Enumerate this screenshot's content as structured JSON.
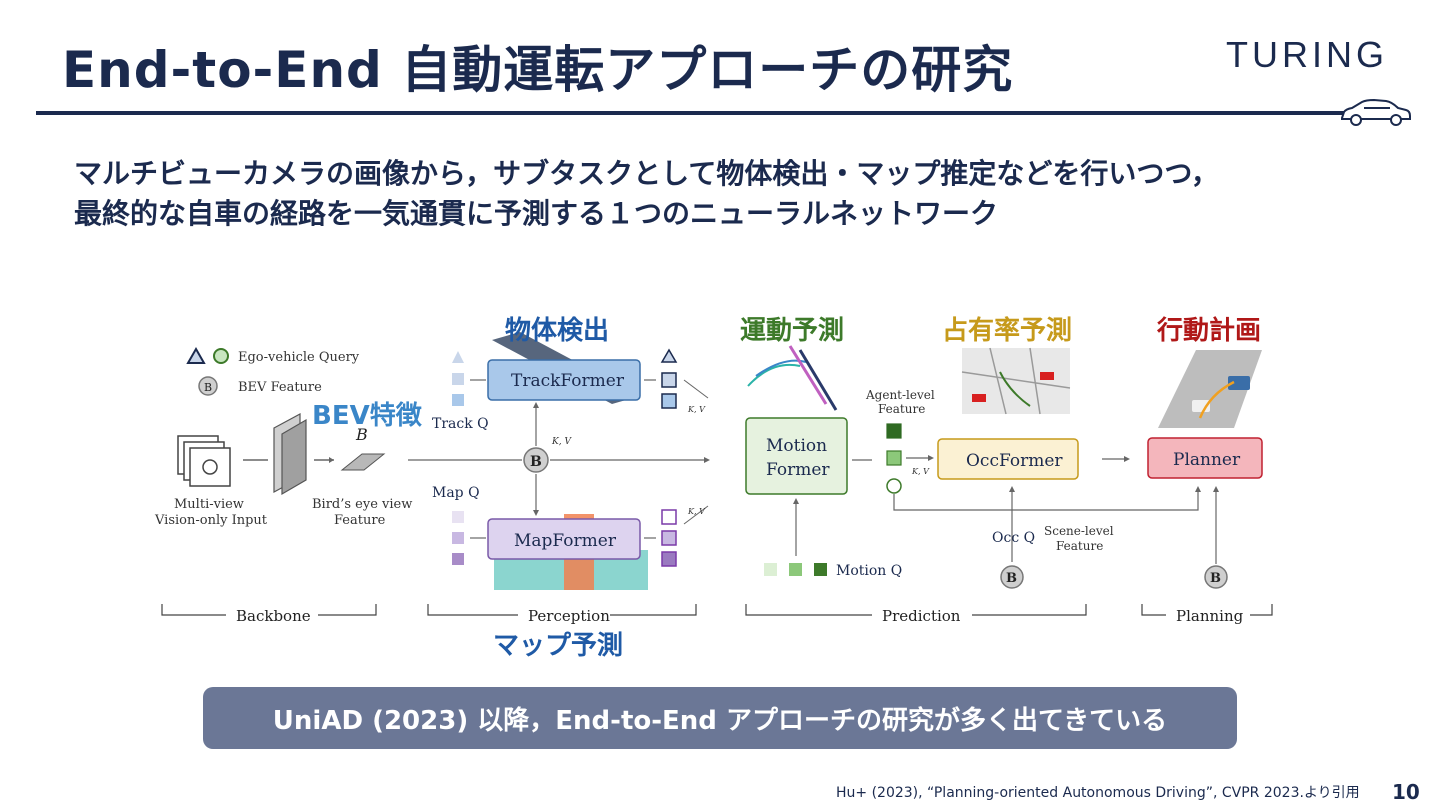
{
  "slide": {
    "title": "End-to-End 自動運転アプローチの研究",
    "logo": "TURING",
    "subtitle_line1": "マルチビューカメラの画像から，サブタスクとして物体検出・マップ推定などを行いつつ，",
    "subtitle_line2": "最終的な自車の経路を一気通貫に予測する１つのニューラルネットワーク",
    "banner": "UniAD (2023) 以降，End-to-End アプローチの研究が多く出てきている",
    "citation": "Hu+ (2023), “Planning-oriented Autonomous Driving”, CVPR 2023.より引用",
    "page_number": "10"
  },
  "categories": {
    "detection": "物体検出",
    "motion": "運動予測",
    "occupancy": "占有率予測",
    "planning": "行動計画",
    "bev": "BEV特徴",
    "map": "マップ予測"
  },
  "figure": {
    "legend_query": "Ego-vehicle Query",
    "legend_bev": "BEV Feature",
    "bev_symbol": "B",
    "input_label1": "Multi-view",
    "input_label2": "Vision-only Input",
    "bev_label1": "Bird’s eye view",
    "bev_label2": "Feature",
    "bev_letter": "B",
    "track_former": "TrackFormer",
    "map_former": "MapFormer",
    "track_q": "Track Q",
    "map_q": "Map Q",
    "kv": "K, V",
    "motion_former1": "Motion",
    "motion_former2": "Former",
    "motion_q": "Motion Q",
    "agent_level1": "Agent-level",
    "agent_level2": "Feature",
    "occ_former": "OccFormer",
    "occ_q": "Occ Q",
    "scene_level1": "Scene-level",
    "scene_level2": "Feature",
    "planner": "Planner",
    "stage_backbone": "Backbone",
    "stage_perception": "Perception",
    "stage_prediction": "Prediction",
    "stage_planning": "Planning"
  },
  "colors": {
    "navy": "#1b2a4e",
    "detection": "#1f5aa6",
    "motion": "#3d7a2a",
    "occupancy": "#c69a1b",
    "planning": "#b01818",
    "bev": "#3a86c8",
    "banner_bg": "#6b7796"
  }
}
